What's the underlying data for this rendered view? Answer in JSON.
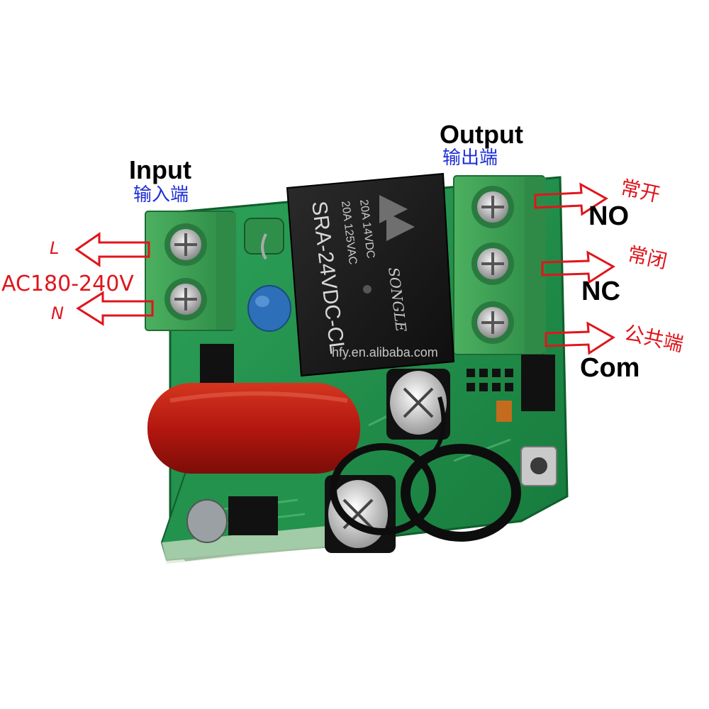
{
  "input": {
    "en": "Input",
    "cn": "输入端"
  },
  "output": {
    "en": "Output",
    "cn": "输出端"
  },
  "power": {
    "voltage": "AC180-240V",
    "live": "L",
    "neutral": "N"
  },
  "terminals": [
    {
      "en": "NO",
      "cn": "常开"
    },
    {
      "en": "NC",
      "cn": "常闭"
    },
    {
      "en": "Com",
      "cn": "公共端"
    }
  ],
  "relay": {
    "brand": "SONGLE",
    "model": "SRA-24VDC-CL",
    "rating_1": "20A 14VDC",
    "rating_2": "20A 125VAC"
  },
  "watermark": "hfy.en.alibaba.com",
  "colors": {
    "pcb": "#1f8f4a",
    "terminal_block": "#3fa055",
    "relay": "#1a1a1a",
    "capacitor": "#b3170f",
    "arrow": "#e0151c",
    "chinese_label": "#1e2fd8"
  }
}
